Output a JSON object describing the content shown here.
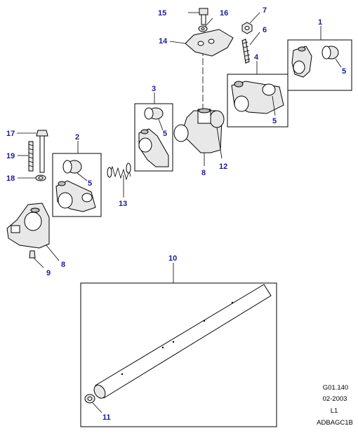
{
  "callouts": {
    "c1": "1",
    "c2": "2",
    "c3": "3",
    "c4": "4",
    "c5a": "5",
    "c5b": "5",
    "c5c": "5",
    "c5d": "5",
    "c6": "6",
    "c7": "7",
    "c8a": "8",
    "c8b": "8",
    "c9": "9",
    "c10": "10",
    "c11": "11",
    "c12": "12",
    "c13": "13",
    "c14": "14",
    "c15": "15",
    "c16": "16",
    "c17": "17",
    "c18": "18",
    "c19": "19"
  },
  "info": {
    "ref": "G01.140",
    "date": "02-2003",
    "level": "L1",
    "code": "ADBAGC1B"
  },
  "colors": {
    "callout": "#1a1a99",
    "line": "#000000",
    "fill_light": "#e8e8e8",
    "fill_dark": "#bdbdbd"
  }
}
